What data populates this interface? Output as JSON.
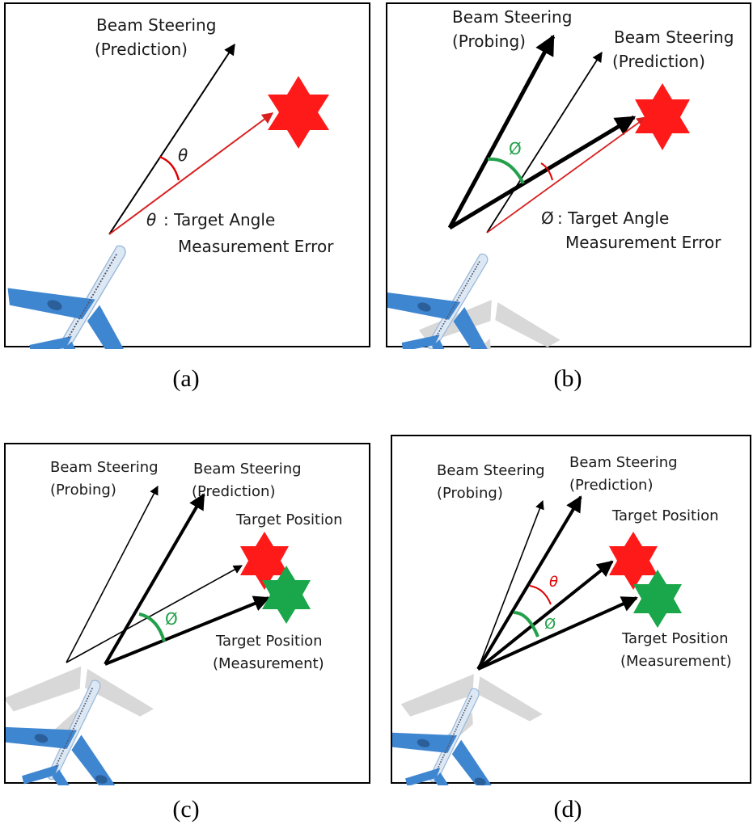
{
  "panels": {
    "a": {
      "caption": "(a)",
      "beam_prediction": [
        "Beam Steering",
        "(Prediction)"
      ],
      "angle_symbol": "θ",
      "error_label": [
        ": Target Angle",
        "Measurement Error"
      ]
    },
    "b": {
      "caption": "(b)",
      "beam_probing": [
        "Beam Steering",
        "(Probing)"
      ],
      "beam_prediction": [
        "Beam Steering",
        "(Prediction)"
      ],
      "angle_symbol": "Ø",
      "error_label": [
        ": Target Angle",
        "Measurement Error"
      ]
    },
    "c": {
      "caption": "(c)",
      "beam_probing": [
        "Beam Steering",
        "(Probing)"
      ],
      "beam_prediction": [
        "Beam Steering",
        "(Prediction)"
      ],
      "target_position": "Target Position",
      "angle_symbol": "Ø",
      "target_measurement": [
        "Target Position",
        "(Measurement)"
      ]
    },
    "d": {
      "caption": "(d)",
      "beam_probing": [
        "Beam Steering",
        "(Probing)"
      ],
      "beam_prediction": [
        "Beam Steering",
        "(Prediction)"
      ],
      "target_position": "Target Position",
      "angle_theta": "θ",
      "angle_phi": "Ø",
      "target_measurement": [
        "Target Position",
        "(Measurement)"
      ]
    }
  },
  "colors": {
    "target_true": "#ff1a1a",
    "target_measured": "#1aa64a",
    "angle_theta": "#e00000",
    "angle_phi": "#22a04a",
    "aircraft_blue": "#3f86d1",
    "aircraft_ghost": "#d4d4d4",
    "beam_line": "#000000",
    "error_line": "#d92020"
  },
  "icons": {
    "aircraft": "airplane-icon",
    "target": "star-of-david-icon"
  }
}
